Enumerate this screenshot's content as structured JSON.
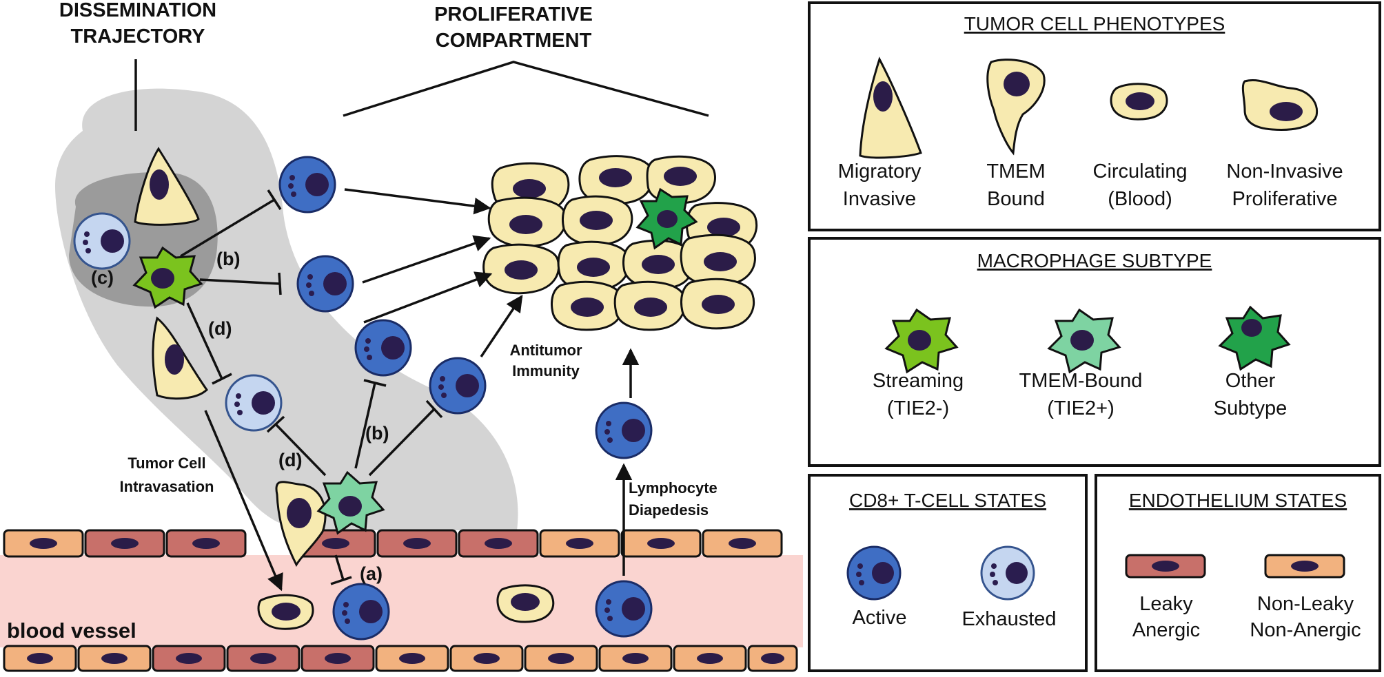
{
  "labels": {
    "dissemination_line1": "DISSEMINATION",
    "dissemination_line2": "TRAJECTORY",
    "proliferative_line1": "PROLIFERATIVE",
    "proliferative_line2": "COMPARTMENT",
    "antitumor_line1": "Antitumor",
    "antitumor_line2": "Immunity",
    "intravasation_line1": "Tumor Cell",
    "intravasation_line2": "Intravasation",
    "diapedesis_line1": "Lymphocyte",
    "diapedesis_line2": "Diapedesis",
    "blood_vessel": "blood vessel",
    "letter_a": "(a)",
    "letter_b": "(b)",
    "letter_c": "(c)",
    "letter_d": "(d)"
  },
  "legend": {
    "tumor": {
      "title": "TUMOR CELL PHENOTYPES",
      "items": [
        {
          "line1": "Migratory",
          "line2": "Invasive"
        },
        {
          "line1": "TMEM",
          "line2": "Bound"
        },
        {
          "line1": "Circulating",
          "line2": "(Blood)"
        },
        {
          "line1": "Non-Invasive",
          "line2": "Proliferative"
        }
      ]
    },
    "macrophage": {
      "title": "MACROPHAGE SUBTYPE",
      "items": [
        {
          "line1": "Streaming",
          "line2": "(TIE2-)"
        },
        {
          "line1": "TMEM-Bound",
          "line2": "(TIE2+)"
        },
        {
          "line1": "Other",
          "line2": "Subtype"
        }
      ]
    },
    "tcell": {
      "title": "CD8+ T-CELL STATES",
      "items": [
        {
          "line1": "Active"
        },
        {
          "line1": "Exhausted"
        }
      ]
    },
    "endothelium": {
      "title": "ENDOTHELIUM STATES",
      "items": [
        {
          "line1": "Leaky",
          "line2": "Anergic"
        },
        {
          "line1": "Non-Leaky",
          "line2": "Non-Anergic"
        }
      ]
    }
  },
  "colors": {
    "tumor_cell": "#f7eab0",
    "streaming_macrophage": "#7bc31e",
    "tmem_macrophage": "#7ed3a2",
    "other_macrophage": "#22a24a",
    "active_tcell": "#3f6ec4",
    "exhausted_tcell": "#c5d6f0",
    "leaky_endothelium": "#c8706a",
    "nonleaky_endothelium": "#f2b27f",
    "blood": "#fad4d0",
    "region": "#d4d4d4"
  }
}
